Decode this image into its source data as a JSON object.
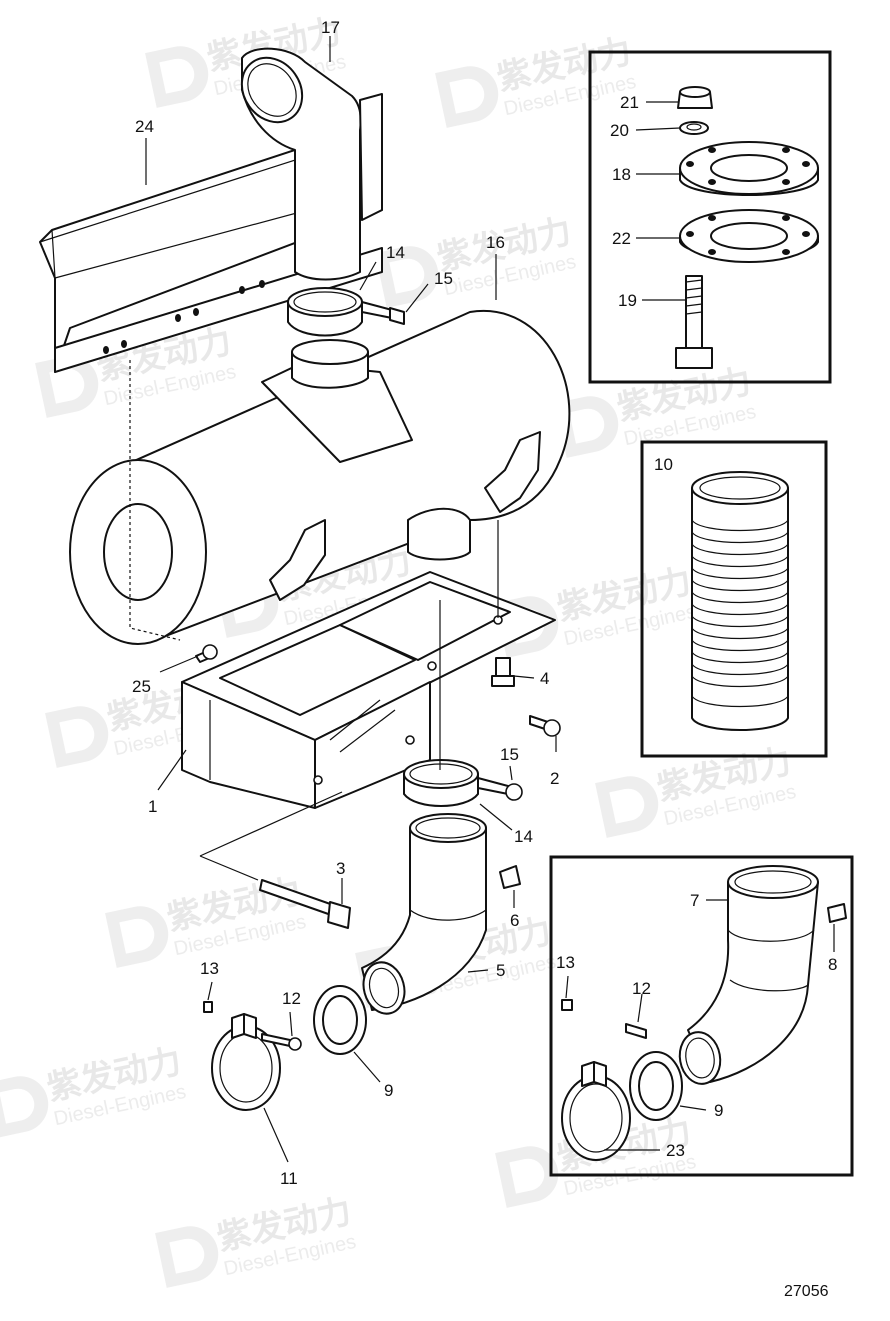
{
  "watermark": {
    "brand": "紫发动力",
    "subtitle": "Diesel-Engines"
  },
  "drawing_number": "27056",
  "callouts": [
    {
      "id": "c17",
      "label": "17"
    },
    {
      "id": "c24",
      "label": "24"
    },
    {
      "id": "c14a",
      "label": "14"
    },
    {
      "id": "c15a",
      "label": "15"
    },
    {
      "id": "c16",
      "label": "16"
    },
    {
      "id": "c25",
      "label": "25"
    },
    {
      "id": "c4",
      "label": "4"
    },
    {
      "id": "c2",
      "label": "2"
    },
    {
      "id": "c1",
      "label": "1"
    },
    {
      "id": "c15b",
      "label": "15"
    },
    {
      "id": "c14b",
      "label": "14"
    },
    {
      "id": "c3",
      "label": "3"
    },
    {
      "id": "c6",
      "label": "6"
    },
    {
      "id": "c5",
      "label": "5"
    },
    {
      "id": "c13a",
      "label": "13"
    },
    {
      "id": "c12a",
      "label": "12"
    },
    {
      "id": "c9a",
      "label": "9"
    },
    {
      "id": "c11",
      "label": "11"
    },
    {
      "id": "c21",
      "label": "21"
    },
    {
      "id": "c20",
      "label": "20"
    },
    {
      "id": "c18",
      "label": "18"
    },
    {
      "id": "c22",
      "label": "22"
    },
    {
      "id": "c19",
      "label": "19"
    },
    {
      "id": "c10",
      "label": "10"
    },
    {
      "id": "c7",
      "label": "7"
    },
    {
      "id": "c8",
      "label": "8"
    },
    {
      "id": "c13b",
      "label": "13"
    },
    {
      "id": "c12b",
      "label": "12"
    },
    {
      "id": "c9b",
      "label": "9"
    },
    {
      "id": "c23",
      "label": "23"
    }
  ]
}
